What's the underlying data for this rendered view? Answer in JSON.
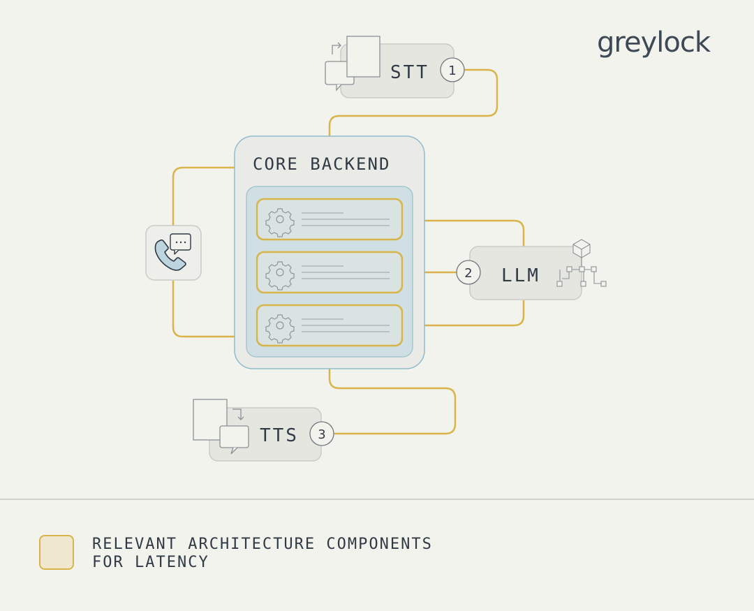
{
  "brand": {
    "name": "greylock"
  },
  "diagram": {
    "core": {
      "label": "CORE BACKEND"
    },
    "stt": {
      "label": "STT",
      "step": "1"
    },
    "llm": {
      "label": "LLM",
      "step": "2"
    },
    "tts": {
      "label": "TTS",
      "step": "3"
    },
    "phone": {
      "icon": "phone-chat-icon"
    }
  },
  "legend": {
    "line1": "RELEVANT ARCHITECTURE COMPONENTS",
    "line2": "FOR LATENCY"
  },
  "colors": {
    "background": "#f3f3ee",
    "highlight": "#d9b44a",
    "core_border": "#8fbccc",
    "inner_panel": "#cfdfe3",
    "box_fill": "#e6e6e1",
    "text": "#2f3a44"
  }
}
